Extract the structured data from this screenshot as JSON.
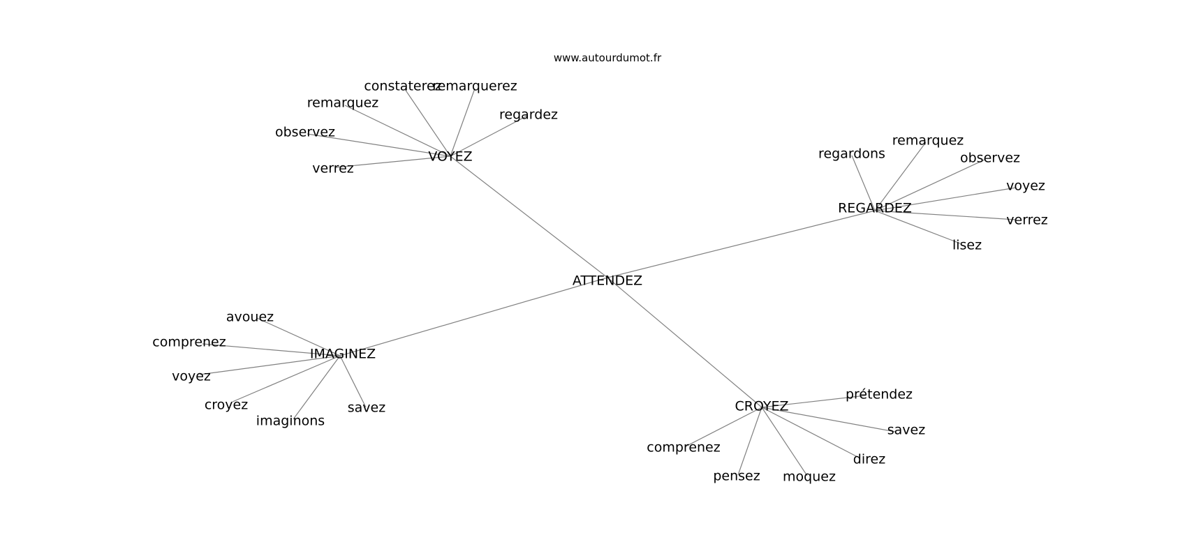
{
  "site": "www.autourdumot.fr",
  "graph": {
    "center": {
      "id": "attendez",
      "label": "ATTENDEZ"
    },
    "hubs": [
      {
        "id": "voyez",
        "label": "VOYEZ",
        "leaves": [
          "constaterez",
          "remarquerez",
          "remarquez",
          "regardez",
          "observez",
          "verrez"
        ]
      },
      {
        "id": "regardez",
        "label": "REGARDEZ",
        "leaves": [
          "regardons",
          "remarquez",
          "observez",
          "voyez",
          "verrez",
          "lisez"
        ]
      },
      {
        "id": "imaginez",
        "label": "IMAGINEZ",
        "leaves": [
          "avouez",
          "comprenez",
          "voyez",
          "croyez",
          "imaginons",
          "savez"
        ]
      },
      {
        "id": "croyez",
        "label": "CROYEZ",
        "leaves": [
          "prétendez",
          "savez",
          "direz",
          "moquez",
          "pensez",
          "comprenez"
        ]
      }
    ]
  }
}
